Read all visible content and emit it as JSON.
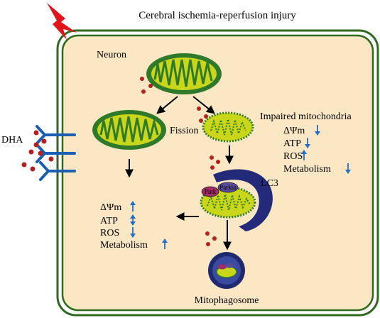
{
  "title": "Cerebral ischemia-reperfusion injury",
  "labels": {
    "neuron": "Neuron",
    "fission": "Fission",
    "impaired": "Impaired mitochondria",
    "lc3": "LC3",
    "dha": "DHA",
    "pink": "Pink",
    "parkin": "Parkin",
    "mitophagosome": "Mitophagosome"
  },
  "impaired_indicators": [
    {
      "label": "ΔΨm",
      "direction": "down"
    },
    {
      "label": "ATP",
      "direction": "down"
    },
    {
      "label": "ROS",
      "direction": "up"
    },
    {
      "label": "Metabolism",
      "direction": "down"
    }
  ],
  "healthy_indicators": [
    {
      "label": "ΔΨm",
      "direction": "up"
    },
    {
      "label": "ATP",
      "direction": "updown"
    },
    {
      "label": "ROS",
      "direction": "down"
    },
    {
      "label": "Metabolism",
      "direction": "up"
    }
  ],
  "colors": {
    "cell_fill": "#fbe7c4",
    "membrane": "#2e6b1f",
    "mito_outer": "#2f7a2a",
    "mito_inner": "#c9d61a",
    "ros_dot": "#b3201d",
    "receptor": "#1b5fb5",
    "indicator_arrow": "#1f6fc8",
    "lc3": "#232a7a",
    "pink": "#a42b6a",
    "parkin": "#5a4b9a",
    "lightning": "#e3141b",
    "mitophagosome": "#1f2a6e"
  }
}
